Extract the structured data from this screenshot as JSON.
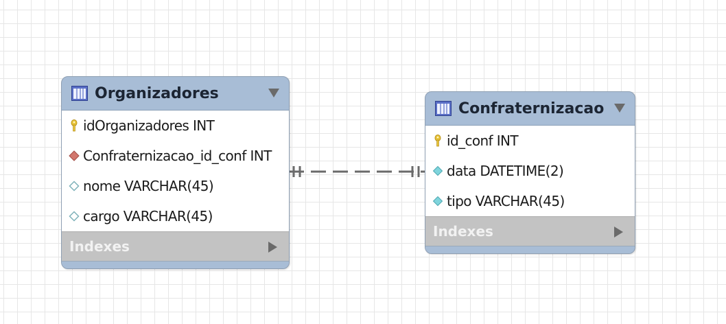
{
  "entities": [
    {
      "id": "organizadores",
      "title": "Organizadores",
      "columns": [
        {
          "text": "idOrganizadores INT",
          "icon": "primary-key-icon"
        },
        {
          "text": "Confraternizacao_id_conf INT",
          "icon": "foreign-key-icon"
        },
        {
          "text": "nome VARCHAR(45)",
          "icon": "nullable-column-icon"
        },
        {
          "text": "cargo VARCHAR(45)",
          "icon": "nullable-column-icon"
        }
      ],
      "indexes_label": "Indexes"
    },
    {
      "id": "confraternizacao",
      "title": "Confraternizacao",
      "columns": [
        {
          "text": "id_conf INT",
          "icon": "primary-key-icon"
        },
        {
          "text": "data DATETIME(2)",
          "icon": "not-null-column-icon"
        },
        {
          "text": "tipo VARCHAR(45)",
          "icon": "not-null-column-icon"
        }
      ],
      "indexes_label": "Indexes"
    }
  ],
  "relationship": {
    "from": "Organizadores",
    "to": "Confraternizacao",
    "style": "dashed",
    "cardinality_from": "one-and-only-one",
    "cardinality_to": "one-and-only-one"
  },
  "colors": {
    "header": "#a8bdd6",
    "indexes_bar": "#c3c3c3",
    "primary_key": "#e8c43a",
    "foreign_key": "#d2776d",
    "not_null": "#7fd4dc",
    "nullable": "#9fc6cc",
    "connector": "#6a6a6a"
  }
}
